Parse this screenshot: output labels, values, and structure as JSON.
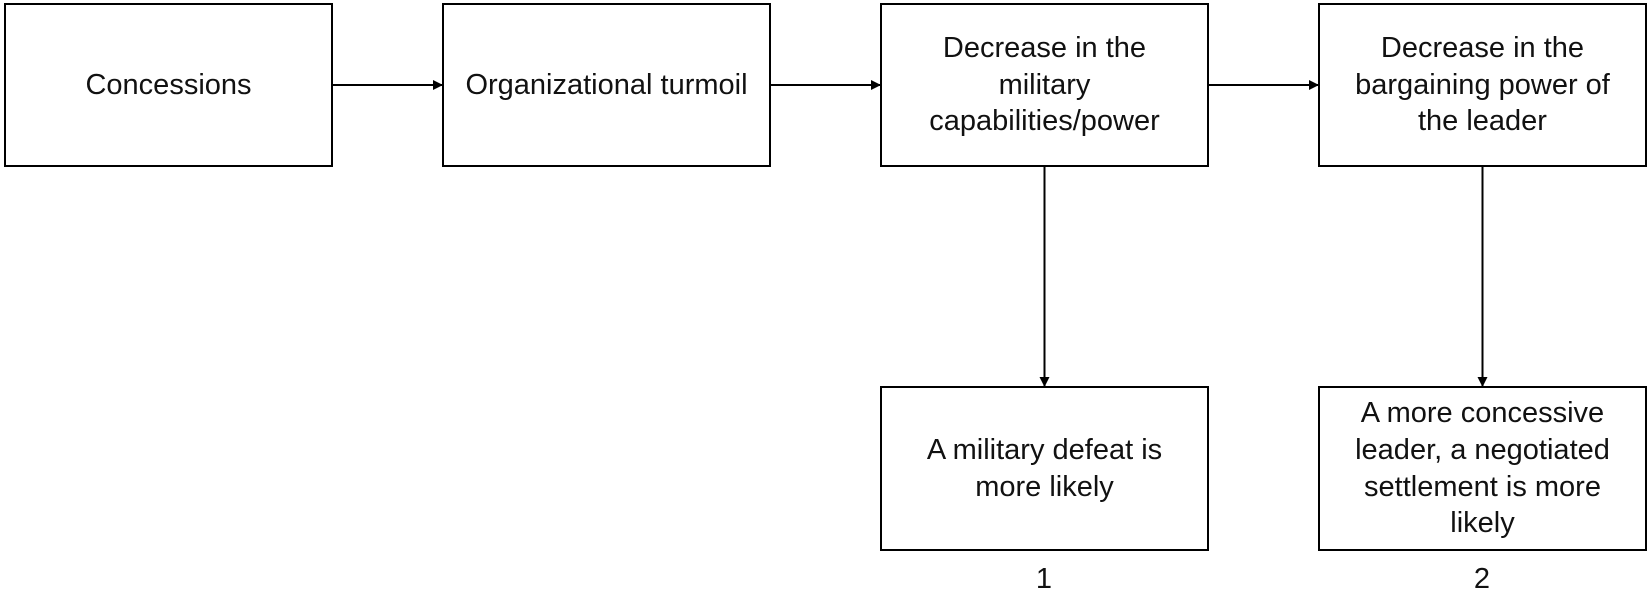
{
  "nodes": {
    "concessions": "Concessions",
    "turmoil": "Organizational turmoil",
    "military": "Decrease in the\nmilitary\ncapabilities/power",
    "bargaining": "Decrease in the\nbargaining power of\nthe leader",
    "defeat": "A military defeat is\nmore likely",
    "settlement": "A more concessive\nleader, a negotiated\nsettlement is more\nlikely"
  },
  "outcome_labels": {
    "first": "1",
    "second": "2"
  },
  "edges": [
    {
      "from": "concessions",
      "to": "turmoil"
    },
    {
      "from": "turmoil",
      "to": "military"
    },
    {
      "from": "military",
      "to": "bargaining"
    },
    {
      "from": "military",
      "to": "defeat"
    },
    {
      "from": "bargaining",
      "to": "settlement"
    }
  ]
}
